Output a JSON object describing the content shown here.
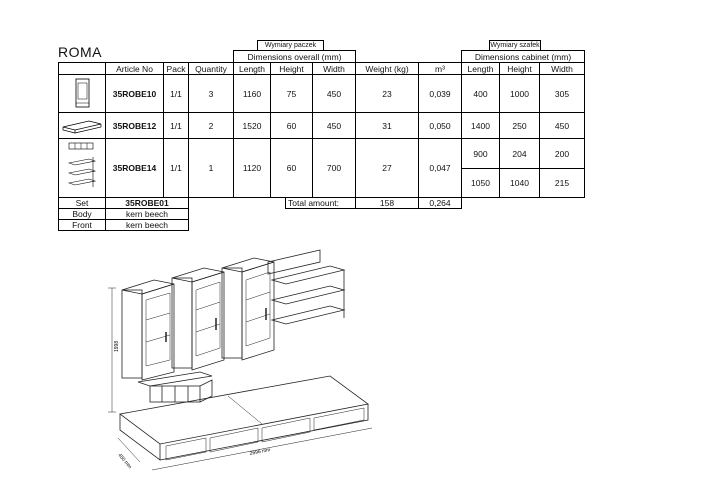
{
  "title": "ROMA",
  "headers": {
    "article": "Article No",
    "pack": "Pack",
    "quantity": "Quantity",
    "wymiary_paczek": "Wymiary paczek",
    "dims_overall": "Dimensions overall  (mm)",
    "length": "Length",
    "height": "Height",
    "width": "Width",
    "weight": "Weight (kg)",
    "m3": "m³",
    "wymiary_szafek": "Wymiary szafek",
    "dims_cabinet": "Dimensions cabinet (mm)",
    "c_length": "Length",
    "c_height": "Height",
    "c_width": "Width"
  },
  "rows": [
    {
      "article": "35ROBE10",
      "pack": "1/1",
      "qty": "3",
      "length": "1160",
      "height": "75",
      "width": "450",
      "weight": "23",
      "m3": "0,039",
      "cabinet": [
        {
          "length": "400",
          "height": "1000",
          "width": "305"
        }
      ]
    },
    {
      "article": "35ROBE12",
      "pack": "1/1",
      "qty": "2",
      "length": "1520",
      "height": "60",
      "width": "450",
      "weight": "31",
      "m3": "0,050",
      "cabinet": [
        {
          "length": "1400",
          "height": "250",
          "width": "450"
        }
      ]
    },
    {
      "article": "35ROBE14",
      "pack": "1/1",
      "qty": "1",
      "length": "1120",
      "height": "60",
      "width": "700",
      "weight": "27",
      "m3": "0,047",
      "cabinet": [
        {
          "length": "900",
          "height": "204",
          "width": "200"
        },
        {
          "length": "1050",
          "height": "1040",
          "width": "215"
        }
      ]
    }
  ],
  "set": {
    "label": "Set",
    "code": "35ROBE01",
    "total_label": "Total amount:",
    "total_weight": "158",
    "total_m3": "0,264"
  },
  "body": {
    "label": "Body",
    "value": "kern beech"
  },
  "front": {
    "label": "Front",
    "value": "kern beech"
  },
  "drawing": {
    "height_dim": "1998",
    "depth_dim": "450 mm",
    "length_dim": "2696 mm"
  }
}
